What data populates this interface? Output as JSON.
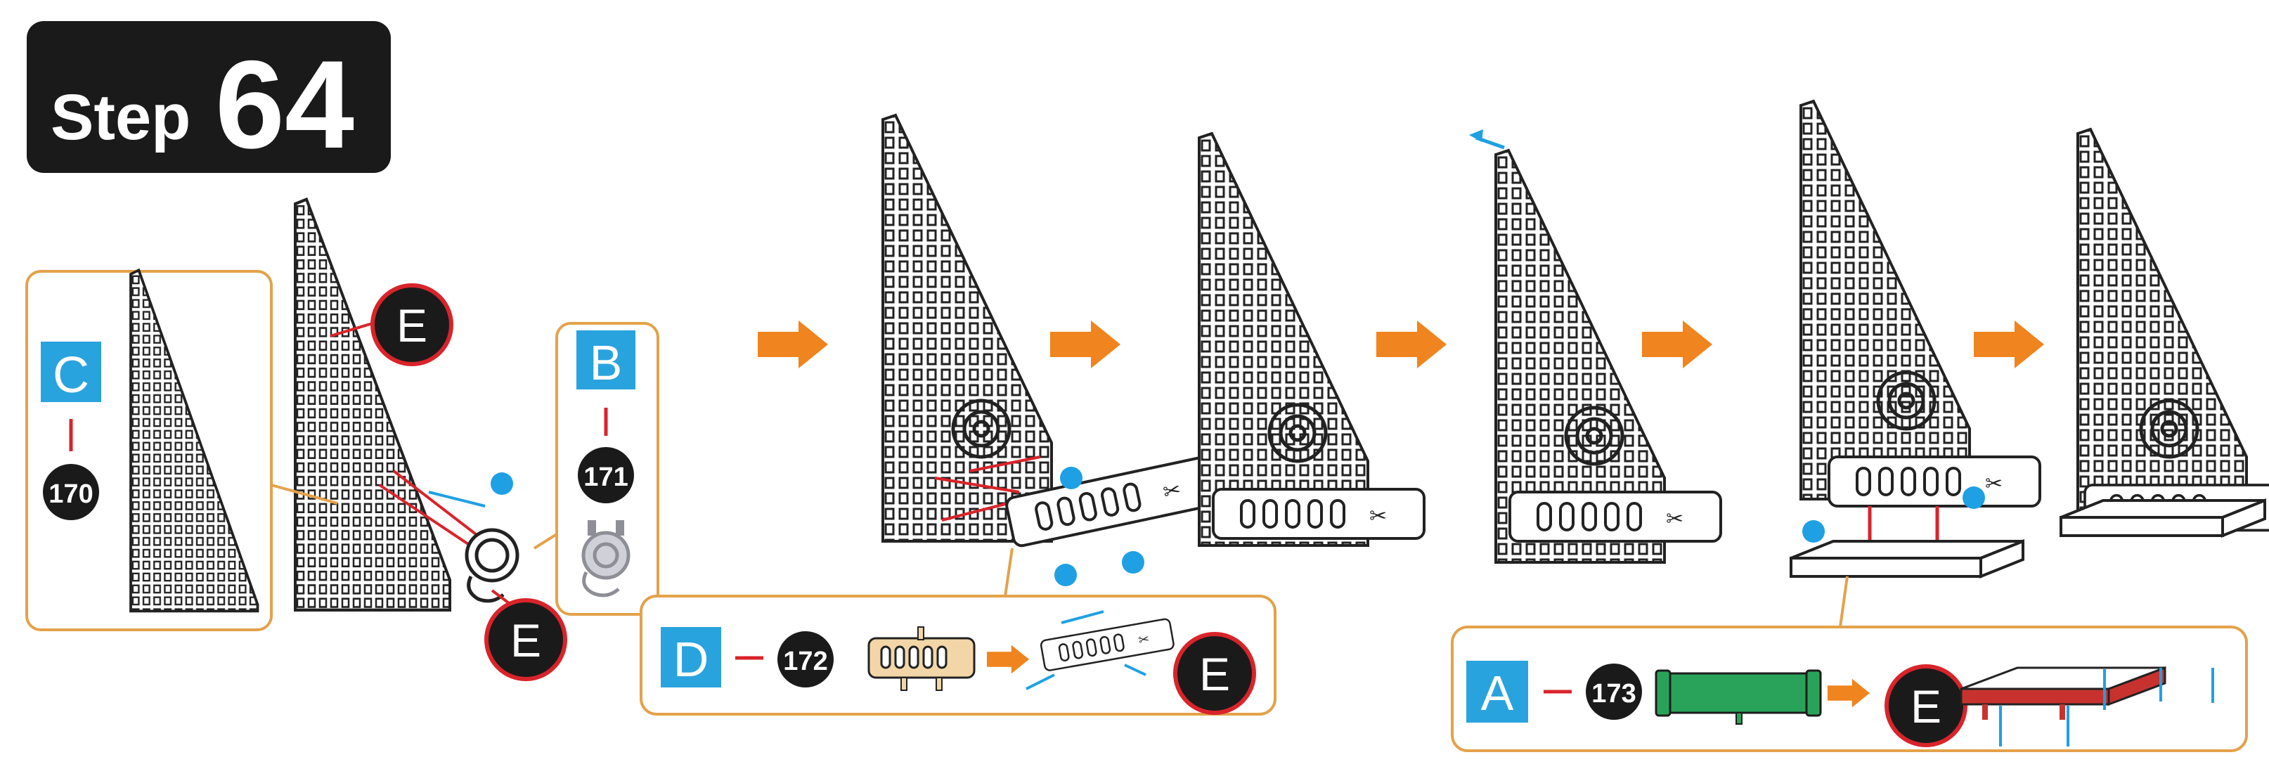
{
  "header": {
    "step_word": "Step",
    "step_number": "64"
  },
  "letters": {
    "a": "A",
    "b": "B",
    "c": "C",
    "d": "D",
    "e": "E"
  },
  "parts": {
    "p170": "170",
    "p171": "171",
    "p172": "172",
    "p173": "173"
  },
  "colors": {
    "panel_border": "#e3a24a",
    "arrow_orange": "#f0841e",
    "blue_letter": "#29a3de",
    "blue_dot": "#1fa0e4",
    "red_line": "#d8242a",
    "dark_badge": "#1a1a1a",
    "piece_tan": "#f3d6a7",
    "piece_green": "#2aa35a",
    "piece_red": "#c8322e",
    "spring_grey": "#8e8e96"
  }
}
